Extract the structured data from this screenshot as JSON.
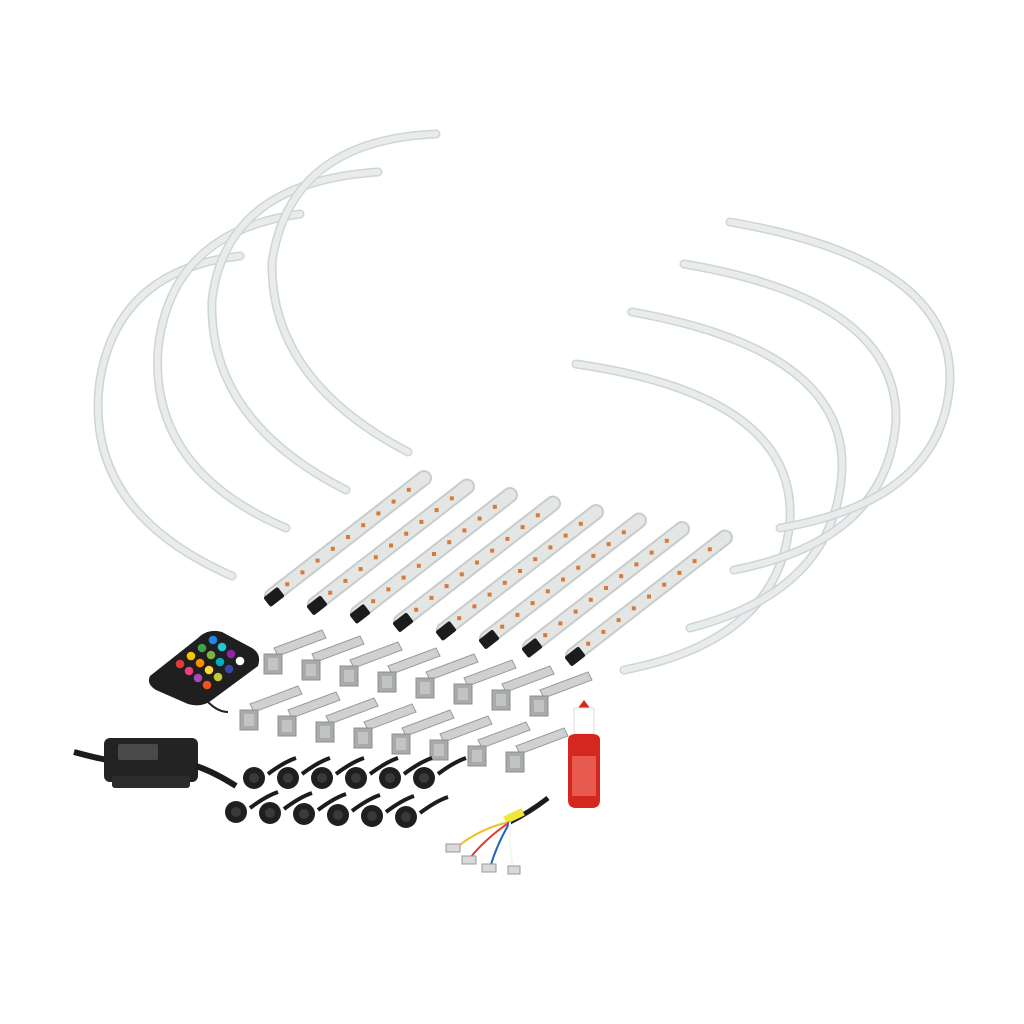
{
  "scene": {
    "description_items": [
      "wheel-ring-arc",
      "led-strip",
      "mounting-bracket",
      "remote-control",
      "control-box",
      "waterproof-connector",
      "wire-harness",
      "threadlocker-bottle"
    ]
  },
  "remote": {
    "button_colors": [
      "#e53935",
      "#f7c600",
      "#43a047",
      "#1e88e5",
      "#ec407a",
      "#ff8f00",
      "#7cb342",
      "#26c6da",
      "#ab47bc",
      "#fdd835",
      "#00acc1",
      "#8e24aa",
      "#f4511e",
      "#c0ca33",
      "#3949ab",
      "#ffffff"
    ]
  },
  "colors": {
    "ring": "#e9ecec",
    "ring_edge": "#cfd4d4",
    "strip": "#e4e6e6",
    "strip_cap": "#1c1c1c",
    "strip_led": "#d8793c",
    "bracket": "#a9abab",
    "bracket_light": "#cfd1d1",
    "device": "#222222",
    "bottle_red": "#d6271f"
  }
}
